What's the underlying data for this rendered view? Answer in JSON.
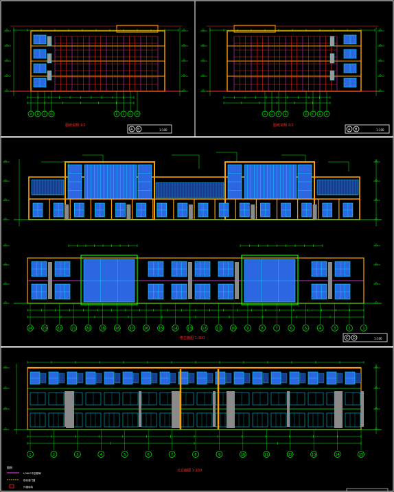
{
  "colors": {
    "background": "#000000",
    "frame": "#ffffff",
    "dimension": "#00ff00",
    "wall": "#ffa000",
    "window_glass": "#2c66e0",
    "window_frame": "#00e8ff",
    "grid_red": "#ff2a2a",
    "grid_magenta": "#ff40ff",
    "door_gray": "#8a8a8a",
    "title_red": "#ff2a2a",
    "yellow": "#ffff00"
  },
  "sheets": {
    "top_left": {
      "caption": "图纸说明 1/2",
      "tag_letters": [
        "A",
        "B"
      ],
      "scale": "1:100",
      "axis_labels": [
        "A",
        "B",
        "C",
        "D",
        "E",
        "F",
        "G",
        "H"
      ]
    },
    "top_right": {
      "caption": "图纸说明 2/2",
      "tag_letters": [
        "A",
        "B"
      ],
      "scale": "1:100",
      "axis_labels": [
        "H",
        "G",
        "F",
        "E",
        "D",
        "C",
        "B",
        "A"
      ]
    },
    "middle": {
      "caption": "南立面图 1:100",
      "tag_letters": [
        "C",
        "D"
      ],
      "scale": "1:100",
      "axis_labels": [
        "24",
        "23",
        "22",
        "21",
        "20",
        "19",
        "18",
        "17",
        "16",
        "15",
        "14",
        "13",
        "12",
        "11",
        "10",
        "9",
        "8",
        "7",
        "6",
        "5",
        "4",
        "3",
        "2",
        "1"
      ]
    },
    "bottom": {
      "caption": "北立面图 1:100",
      "axis_labels": [
        "1",
        "2",
        "3",
        "4",
        "5",
        "6",
        "7",
        "8",
        "9",
        "10",
        "11",
        "12",
        "13",
        "14",
        "15"
      ],
      "legend": {
        "title": "图例",
        "items": [
          "LOW-E中空玻璃",
          "铝合金门窗",
          "外墙涂料"
        ]
      }
    }
  },
  "labels": {
    "elevation_marks": [
      "±0.000",
      "3.600",
      "7.200",
      "10.800",
      "12.600"
    ]
  }
}
